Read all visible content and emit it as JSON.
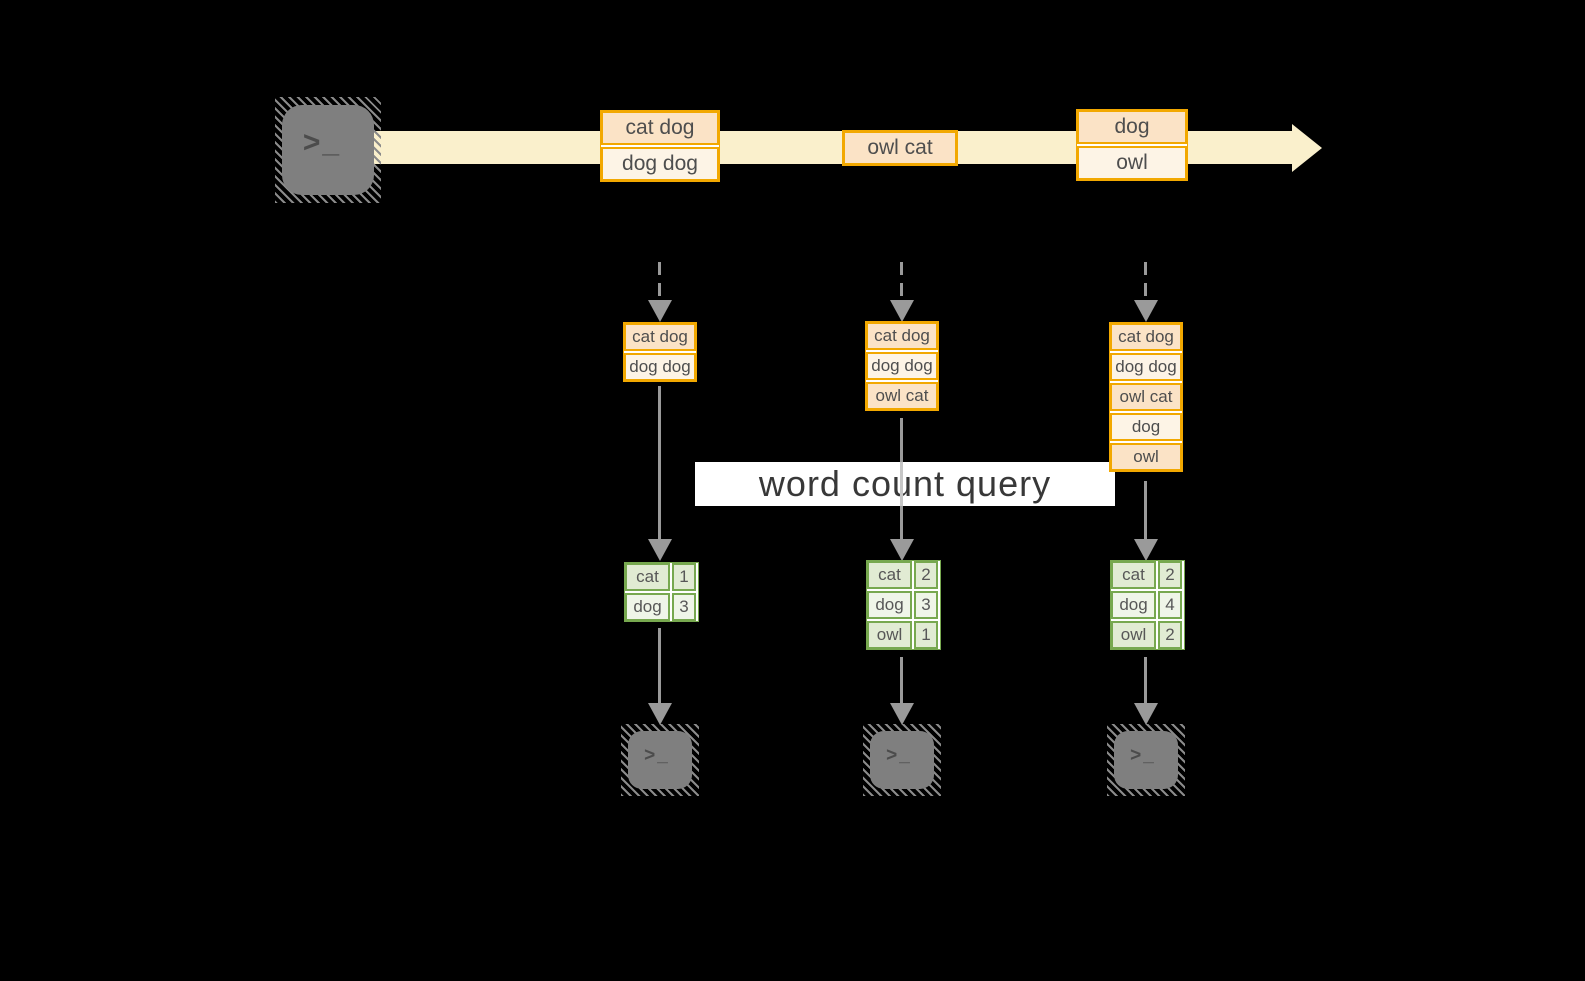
{
  "title": {
    "label": "word count query"
  },
  "icons": {
    "terminal_glyph": ">_"
  },
  "stream": {
    "events": [
      {
        "rows": [
          "cat dog",
          "dog dog"
        ]
      },
      {
        "rows": [
          "owl cat"
        ]
      },
      {
        "rows": [
          "dog",
          "owl"
        ]
      }
    ]
  },
  "columns": [
    {
      "batch": [
        "cat dog",
        "dog dog"
      ],
      "counts": [
        {
          "word": "cat",
          "value": "1"
        },
        {
          "word": "dog",
          "value": "3"
        }
      ]
    },
    {
      "batch": [
        "cat dog",
        "dog dog",
        "owl cat"
      ],
      "counts": [
        {
          "word": "cat",
          "value": "2"
        },
        {
          "word": "dog",
          "value": "3"
        },
        {
          "word": "owl",
          "value": "1"
        }
      ]
    },
    {
      "batch": [
        "cat dog",
        "dog dog",
        "owl cat",
        "dog",
        "owl"
      ],
      "counts": [
        {
          "word": "cat",
          "value": "2"
        },
        {
          "word": "dog",
          "value": "4"
        },
        {
          "word": "owl",
          "value": "2"
        }
      ]
    }
  ],
  "colors": {
    "background": "#000000",
    "stream_band": "#FAF0CC",
    "orange_border": "#F2A800",
    "peach_fill": "#FBE3C6",
    "cream_fill": "#FDF4E6",
    "green_border": "#77A84F",
    "green_fill_dark": "#E1EBD3",
    "green_fill_light": "#EFF5E8",
    "arrow_gray": "#9A9A9A",
    "terminal_gray": "#7F7F7F"
  }
}
